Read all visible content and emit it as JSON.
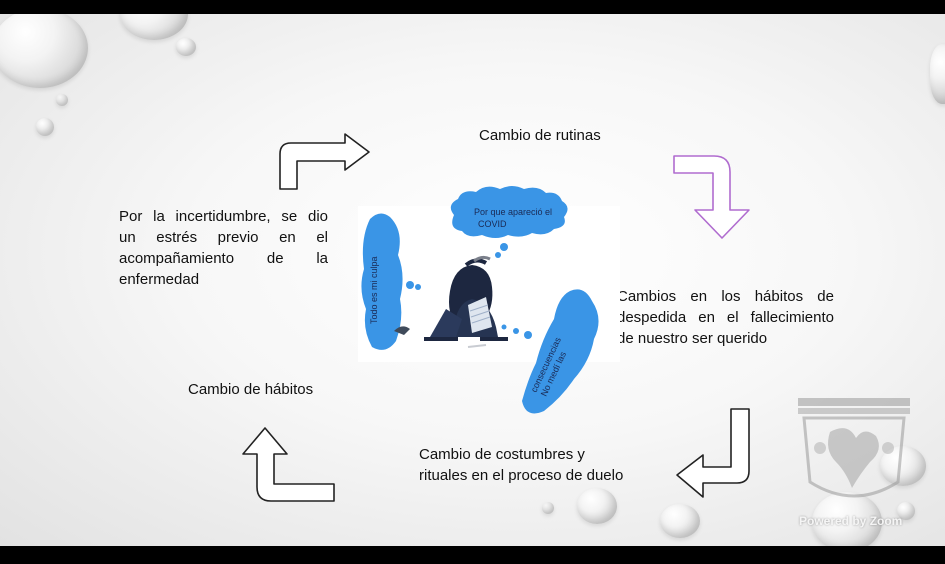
{
  "slide": {
    "top_label": "Cambio de rutinas",
    "left_paragraph_lines": [
      "Por la incertidumbre, se dio",
      "un estrés previo en el",
      "acompañamiento de la",
      "enfermedad"
    ],
    "right_paragraph_lines": [
      "Cambios en los hábitos de",
      "despedida en el fallecimiento",
      "de nuestro ser querido"
    ],
    "bottom_left_label": "Cambio de hábitos",
    "bottom_right_lines": [
      "Cambio de costumbres y",
      "rituales en el proceso de duelo"
    ],
    "center_image": {
      "bubble_top_lines": [
        "Por que apareció el",
        "COVID"
      ],
      "bubble_left": "Todo es mi culpa",
      "bubble_right_lines": [
        "No medí las",
        "consecuencias"
      ]
    }
  },
  "overlay": {
    "watermark_label": "Powered by Zoom"
  },
  "colors": {
    "bubble_blue": "#3a95e6",
    "arrow_purple": "#b06ccf"
  }
}
